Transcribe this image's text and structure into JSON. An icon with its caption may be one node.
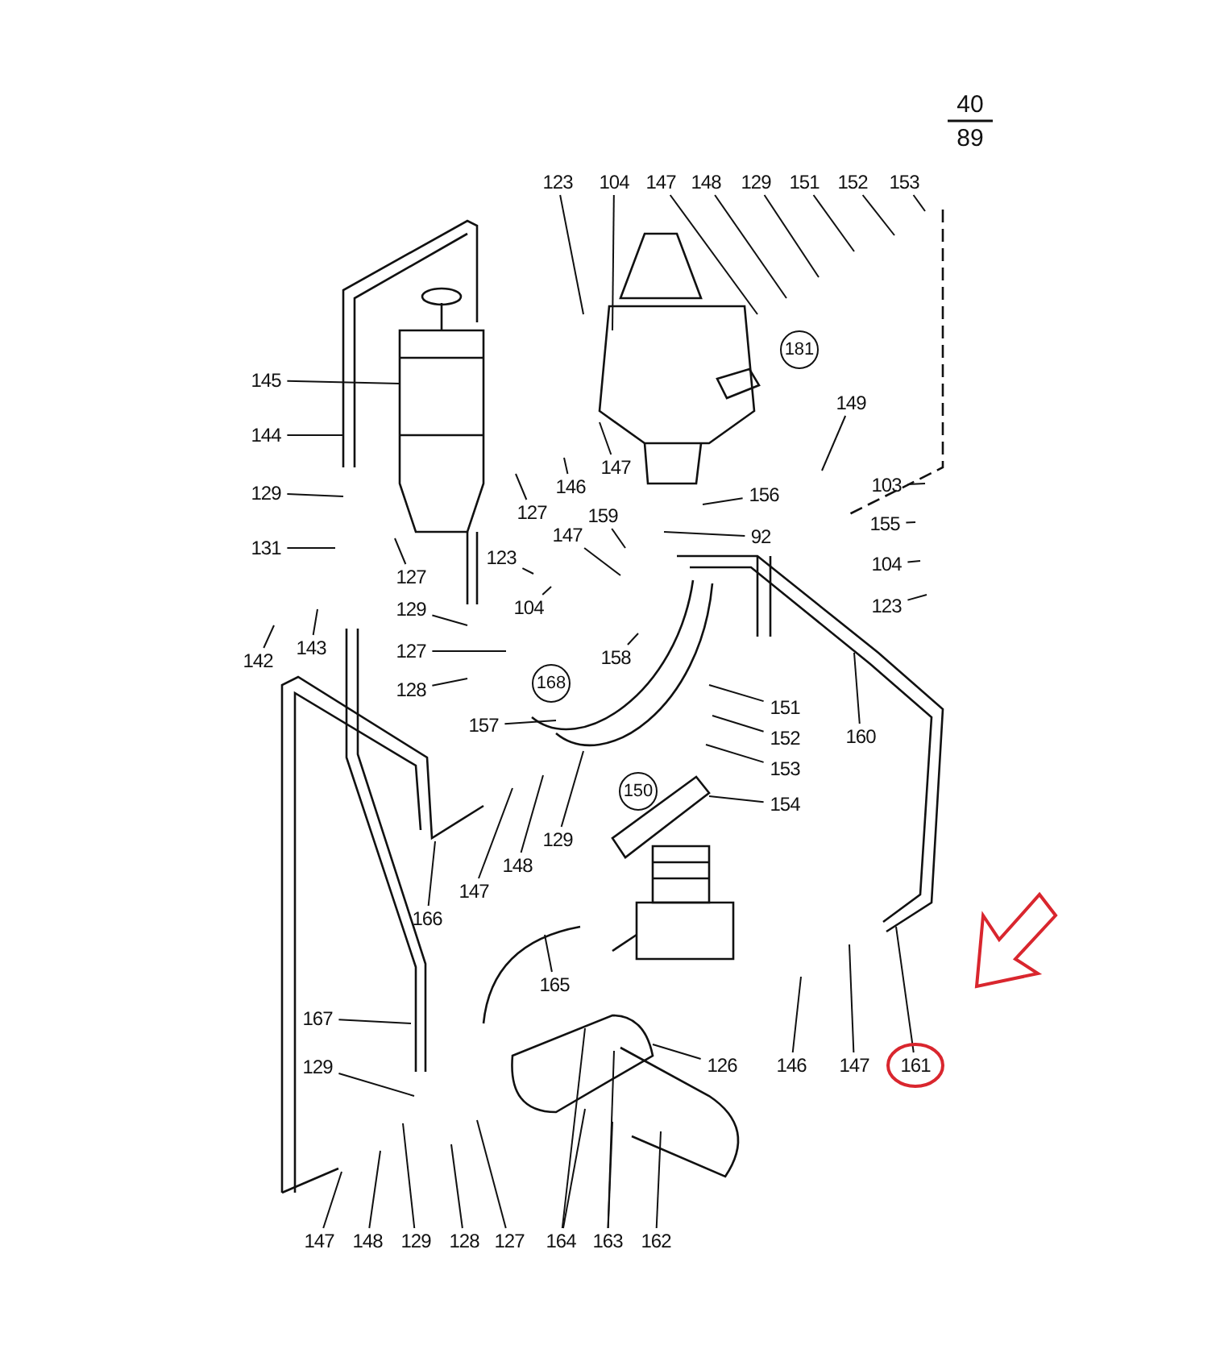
{
  "diagram": {
    "nodes": [
      {
        "text": [
          "123"
        ]
      },
      {
        "text": [
          "104"
        ]
      },
      {
        "text": [
          "147"
        ]
      },
      {
        "text": [
          "148"
        ]
      },
      {
        "text": [
          "129"
        ]
      },
      {
        "text": [
          "151"
        ]
      },
      {
        "text": [
          "152"
        ]
      },
      {
        "text": [
          "153"
        ]
      },
      {
        "text": [
          "149"
        ]
      },
      {
        "text": [
          "145"
        ]
      },
      {
        "text": [
          "144"
        ]
      },
      {
        "text": [
          "129"
        ]
      },
      {
        "text": [
          "146"
        ]
      },
      {
        "text": [
          "147"
        ]
      },
      {
        "text": [
          "127"
        ]
      },
      {
        "text": [
          "156"
        ]
      },
      {
        "text": [
          "92"
        ]
      },
      {
        "text": [
          "103"
        ]
      },
      {
        "text": [
          "155"
        ]
      },
      {
        "text": [
          "104"
        ]
      },
      {
        "text": [
          "123"
        ]
      },
      {
        "text": [
          "131"
        ]
      },
      {
        "text": [
          "127"
        ]
      },
      {
        "text": [
          "159"
        ]
      },
      {
        "text": [
          "147"
        ]
      },
      {
        "text": [
          "123"
        ]
      },
      {
        "text": [
          "104"
        ]
      },
      {
        "text": [
          "129"
        ]
      },
      {
        "text": [
          "142"
        ]
      },
      {
        "text": [
          "143"
        ]
      },
      {
        "text": [
          "127"
        ]
      },
      {
        "text": [
          "158"
        ]
      },
      {
        "text": [
          "128"
        ]
      },
      {
        "text": [
          "157"
        ]
      },
      {
        "text": [
          "151"
        ]
      },
      {
        "text": [
          "152"
        ]
      },
      {
        "text": [
          "153"
        ]
      },
      {
        "text": [
          "154"
        ]
      },
      {
        "text": [
          "160"
        ]
      },
      {
        "text": [
          "129"
        ]
      },
      {
        "text": [
          "148"
        ]
      },
      {
        "text": [
          "147"
        ]
      },
      {
        "text": [
          "166"
        ]
      },
      {
        "text": [
          "165"
        ]
      },
      {
        "text": [
          "167"
        ]
      },
      {
        "text": [
          "129"
        ]
      },
      {
        "text": [
          "126"
        ]
      },
      {
        "text": [
          "146"
        ]
      },
      {
        "text": [
          "147"
        ]
      },
      {
        "text": [
          "161"
        ]
      },
      {
        "text": [
          "147"
        ]
      },
      {
        "text": [
          "148"
        ]
      },
      {
        "text": [
          "129"
        ]
      },
      {
        "text": [
          "128"
        ]
      },
      {
        "text": [
          "127"
        ]
      },
      {
        "text": [
          "164"
        ]
      },
      {
        "text": [
          "163"
        ]
      },
      {
        "text": [
          "162"
        ]
      }
    ],
    "edges": [
      {
        "from": 0,
        "to": null,
        "arrow": "none"
      },
      {
        "from": 1,
        "to": null,
        "arrow": "none"
      },
      {
        "from": 2,
        "to": null,
        "arrow": "none"
      },
      {
        "from": 3,
        "to": null,
        "arrow": "none"
      },
      {
        "from": 4,
        "to": null,
        "arrow": "none"
      },
      {
        "from": 5,
        "to": null,
        "arrow": "none"
      },
      {
        "from": 6,
        "to": null,
        "arrow": "none"
      },
      {
        "from": 7,
        "to": null,
        "arrow": "none"
      },
      {
        "from": 8,
        "to": null,
        "arrow": "none"
      },
      {
        "from": 9,
        "to": null,
        "arrow": "none"
      },
      {
        "from": 10,
        "to": null,
        "arrow": "none"
      },
      {
        "from": 11,
        "to": null,
        "arrow": "none"
      },
      {
        "from": 12,
        "to": null,
        "arrow": "none"
      },
      {
        "from": 13,
        "to": null,
        "arrow": "none"
      },
      {
        "from": 14,
        "to": null,
        "arrow": "none"
      },
      {
        "from": 15,
        "to": null,
        "arrow": "none"
      },
      {
        "from": 16,
        "to": null,
        "arrow": "none"
      },
      {
        "from": 17,
        "to": null,
        "arrow": "none"
      },
      {
        "from": 18,
        "to": null,
        "arrow": "none"
      },
      {
        "from": 19,
        "to": null,
        "arrow": "none"
      },
      {
        "from": 20,
        "to": null,
        "arrow": "none"
      },
      {
        "from": 21,
        "to": null,
        "arrow": "none"
      },
      {
        "from": 22,
        "to": null,
        "arrow": "none"
      },
      {
        "from": 23,
        "to": null,
        "arrow": "none"
      },
      {
        "from": 24,
        "to": null,
        "arrow": "none"
      },
      {
        "from": 25,
        "to": null,
        "arrow": "none"
      },
      {
        "from": 26,
        "to": null,
        "arrow": "none"
      },
      {
        "from": 27,
        "to": null,
        "arrow": "none"
      },
      {
        "from": 28,
        "to": null,
        "arrow": "none"
      },
      {
        "from": 29,
        "to": null,
        "arrow": "none"
      },
      {
        "from": 30,
        "to": null,
        "arrow": "none"
      },
      {
        "from": 31,
        "to": null,
        "arrow": "none"
      },
      {
        "from": 32,
        "to": null,
        "arrow": "none"
      },
      {
        "from": 33,
        "to": null,
        "arrow": "none"
      },
      {
        "from": 34,
        "to": null,
        "arrow": "none"
      },
      {
        "from": 35,
        "to": null,
        "arrow": "none"
      },
      {
        "from": 36,
        "to": null,
        "arrow": "none"
      },
      {
        "from": 37,
        "to": null,
        "arrow": "none"
      },
      {
        "from": 38,
        "to": null,
        "arrow": "none"
      },
      {
        "from": 39,
        "to": null,
        "arrow": "none"
      },
      {
        "from": 40,
        "to": null,
        "arrow": "none"
      },
      {
        "from": 41,
        "to": null,
        "arrow": "none"
      },
      {
        "from": 42,
        "to": null,
        "arrow": "none"
      },
      {
        "from": 43,
        "to": null,
        "arrow": "none"
      },
      {
        "from": 44,
        "to": null,
        "arrow": "none"
      },
      {
        "from": 45,
        "to": null,
        "arrow": "none"
      },
      {
        "from": 46,
        "to": null,
        "arrow": "none"
      },
      {
        "from": 47,
        "to": null,
        "arrow": "none"
      },
      {
        "from": 48,
        "to": null,
        "arrow": "none"
      },
      {
        "from": 49,
        "to": null,
        "arrow": "none"
      },
      {
        "from": 50,
        "to": null,
        "arrow": "none"
      },
      {
        "from": 51,
        "to": null,
        "arrow": "none"
      },
      {
        "from": 52,
        "to": null,
        "arrow": "none"
      },
      {
        "from": 53,
        "to": null,
        "arrow": "none"
      },
      {
        "from": 54,
        "to": null,
        "arrow": "none"
      },
      {
        "from": 55,
        "to": null,
        "arrow": "none"
      },
      {
        "from": 55,
        "to": null,
        "arrow": "none"
      },
      {
        "from": 56,
        "to": null,
        "arrow": "none"
      },
      {
        "from": 56,
        "to": null,
        "arrow": "none"
      },
      {
        "from": 57,
        "to": null,
        "arrow": "none"
      }
    ],
    "labels": [
      "40",
      "89",
      "181",
      "168",
      "150"
    ]
  }
}
